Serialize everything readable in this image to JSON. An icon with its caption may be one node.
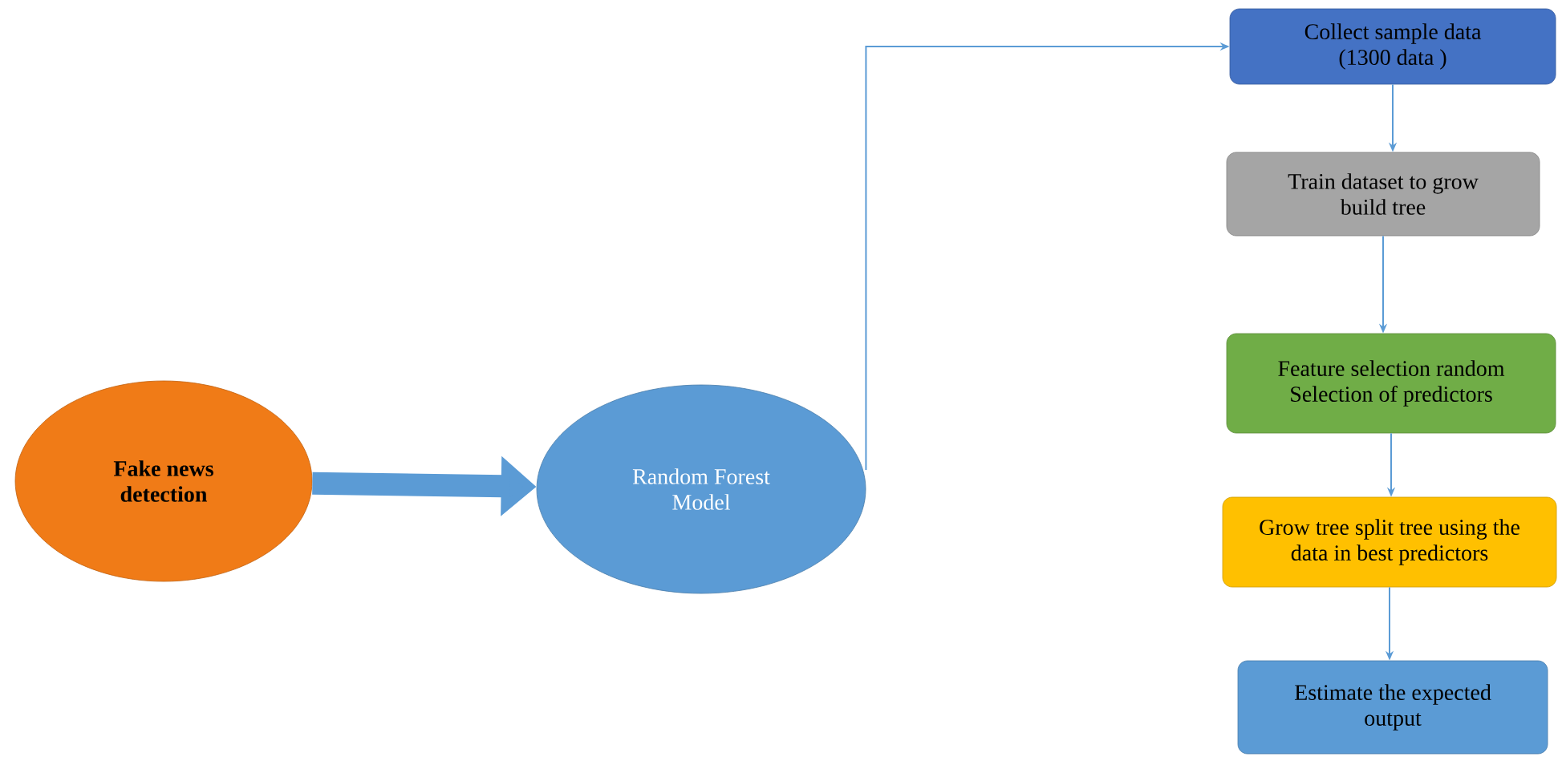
{
  "diagram": {
    "nodes": [
      {
        "text": [
          "Fake news detection"
        ]
      },
      {
        "text": [
          "Random Forest Model"
        ]
      },
      {
        "text": [
          "Collect sample data (1300 data )"
        ]
      },
      {
        "text": [
          "Train dataset to grow build tree"
        ]
      },
      {
        "text": [
          "Feature selection random Selection of predictors"
        ]
      },
      {
        "text": [
          "Grow tree split tree using the data in best predictors"
        ]
      },
      {
        "text": [
          "Estimate the expected output"
        ]
      }
    ],
    "edges": [
      {
        "from": 0,
        "to": 1,
        "arrow": "to",
        "style": "thick"
      },
      {
        "from": 1,
        "to": 2,
        "arrow": "to"
      },
      {
        "from": 2,
        "to": 3,
        "arrow": "to"
      },
      {
        "from": 3,
        "to": 4,
        "arrow": "to"
      },
      {
        "from": 4,
        "to": 5,
        "arrow": "to"
      },
      {
        "from": 5,
        "to": 6,
        "arrow": "to"
      }
    ]
  }
}
